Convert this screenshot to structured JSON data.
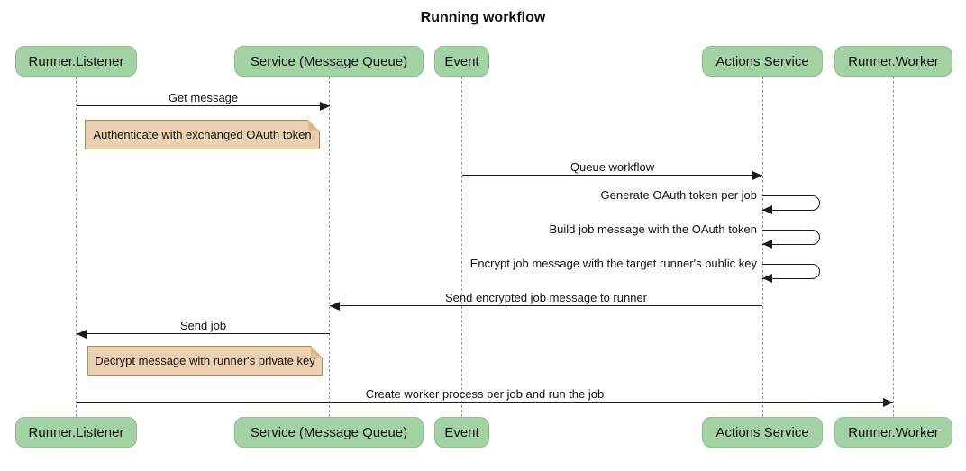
{
  "title": "Running workflow",
  "participants": [
    {
      "label": "Runner.Listener"
    },
    {
      "label": "Service (Message Queue)"
    },
    {
      "label": "Event"
    },
    {
      "label": "Actions Service"
    },
    {
      "label": "Runner.Worker"
    }
  ],
  "messages": [
    {
      "label": "Get message",
      "from": "Runner.Listener",
      "to": "Service (Message Queue)"
    },
    {
      "label": "Queue workflow",
      "from": "Event",
      "to": "Actions Service"
    },
    {
      "label": "Generate OAuth token per job",
      "from": "Actions Service",
      "to": "Actions Service",
      "self": true
    },
    {
      "label": "Build job message with the OAuth token",
      "from": "Actions Service",
      "to": "Actions Service",
      "self": true
    },
    {
      "label": "Encrypt job message with the target runner's public key",
      "from": "Actions Service",
      "to": "Actions Service",
      "self": true
    },
    {
      "label": "Send encrypted job message to runner",
      "from": "Actions Service",
      "to": "Service (Message Queue)"
    },
    {
      "label": "Send job",
      "from": "Service (Message Queue)",
      "to": "Runner.Listener"
    },
    {
      "label": "Create worker process per job and run the job",
      "from": "Runner.Listener",
      "to": "Runner.Worker"
    }
  ],
  "notes": [
    {
      "label": "Authenticate with exchanged OAuth token",
      "over": "Runner.Listener"
    },
    {
      "label": "Decrypt message with runner's private key",
      "over": "Runner.Listener"
    }
  ],
  "colors": {
    "actor_fill": "#a3d3a5",
    "actor_border": "#8fbe91",
    "note_fill": "#ecd1b0",
    "note_border": "#aa8a4f",
    "note_fold": "#d9ba8c",
    "lifeline": "#999999",
    "arrow": "#1b1b1b"
  }
}
